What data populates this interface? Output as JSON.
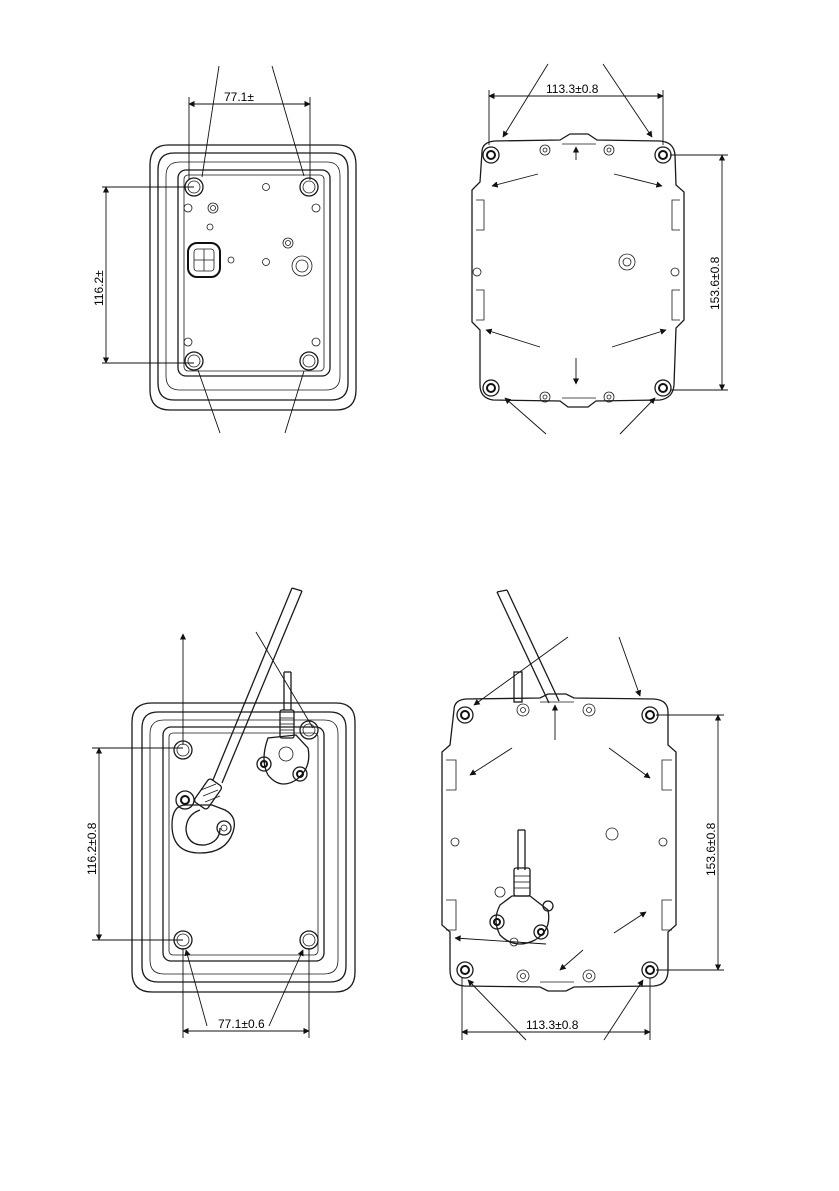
{
  "views": {
    "top_left": {
      "width_dim": "77.1±",
      "height_dim": "116.2±"
    },
    "top_right": {
      "width_dim": "113.3±0.8",
      "height_dim": "153.6±0.8"
    },
    "bottom_left": {
      "width_dim": "77.1±0.6",
      "height_dim": "116.2±0.8"
    },
    "bottom_right": {
      "width_dim": "113.3±0.8",
      "height_dim": "153.6±0.8"
    }
  },
  "colors": {
    "line": "#1a1a1a",
    "background": "#ffffff"
  }
}
